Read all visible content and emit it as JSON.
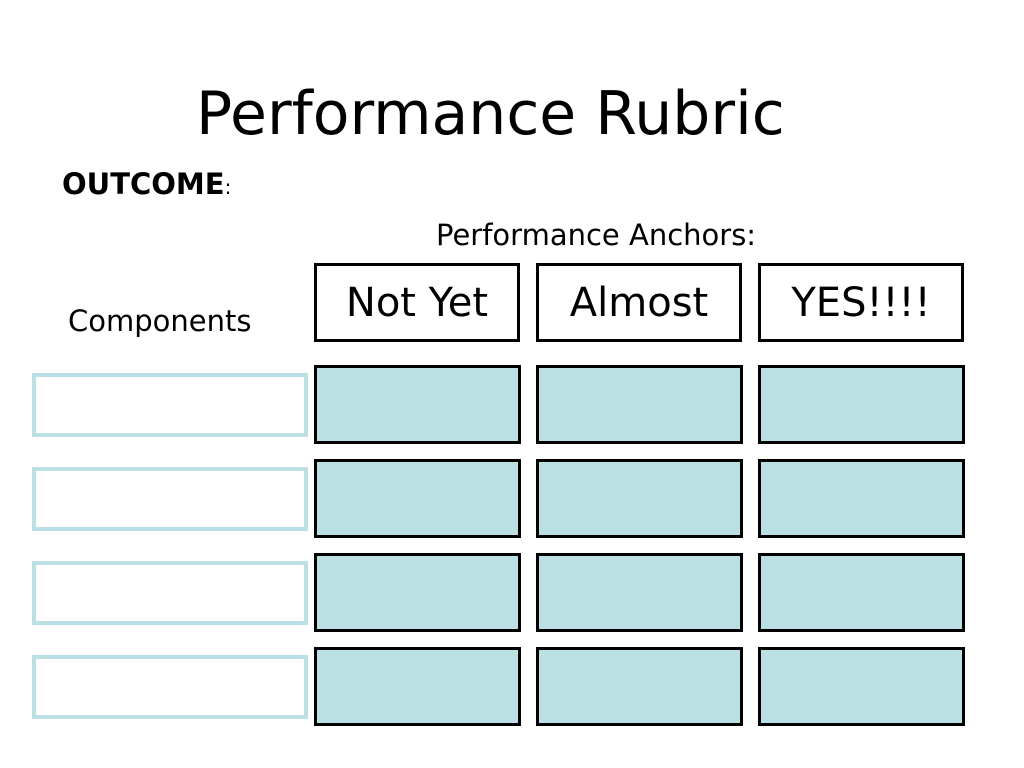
{
  "title": "Performance Rubric",
  "outcome_label": "OUTCOME",
  "outcome_colon": ":",
  "anchors_label": "Performance Anchors:",
  "components_label": "Components",
  "anchors": [
    "Not Yet",
    "Almost",
    "YES!!!!"
  ],
  "colors": {
    "cell_fill": "#bbe0e3",
    "component_border": "#bcdfe3",
    "border": "#000000"
  }
}
